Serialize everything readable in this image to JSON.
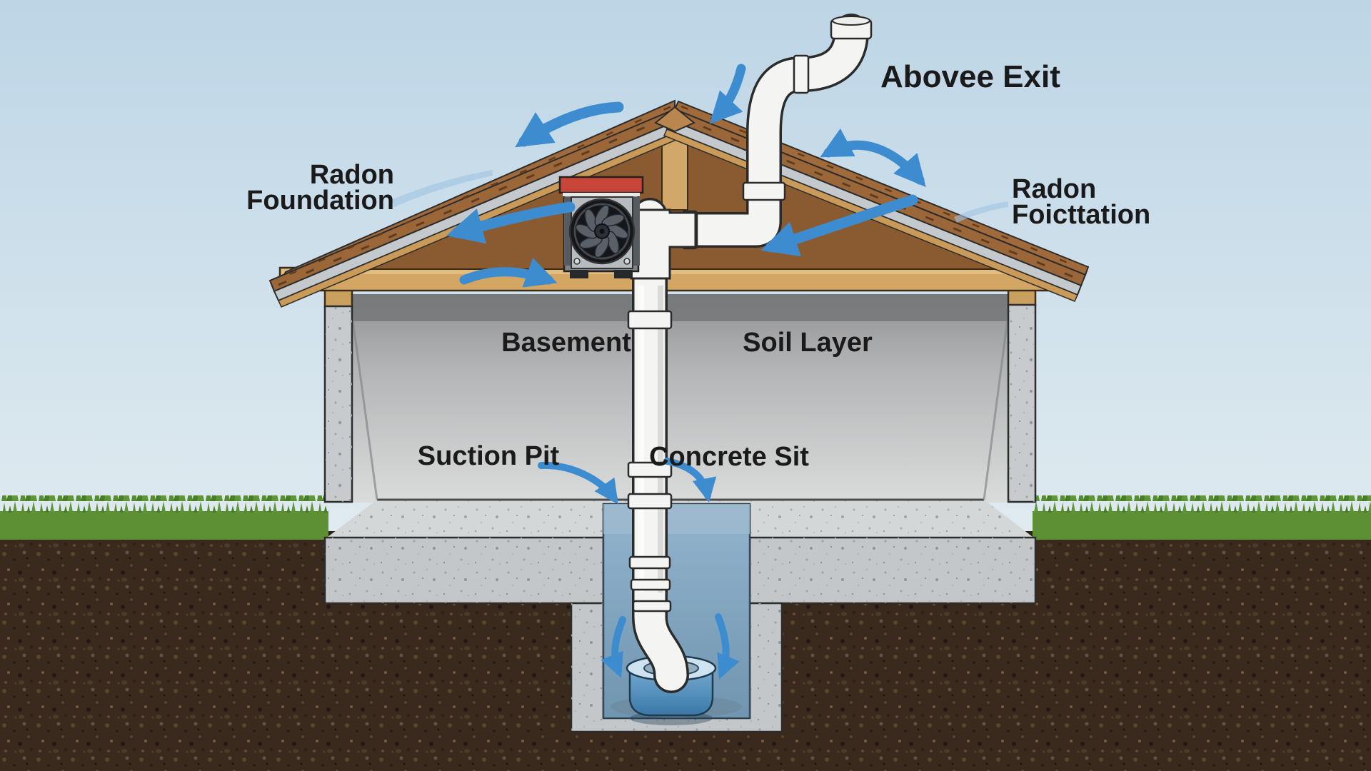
{
  "diagram": {
    "title_context": "radon mitigation house cross-section",
    "labels": {
      "above_exit": "Abovee Exit",
      "radon_foundation": {
        "line1": "Radon",
        "line2": "Foundation"
      },
      "radon_foicttation": {
        "line1": "Radon",
        "line2": "Foicttation"
      },
      "basement": "Basement",
      "soil_layer": "Soil Layer",
      "suction_pit": "Suction Pit",
      "concrete_sit": "Concrete Sit"
    },
    "colors": {
      "sky_top": "#bdd5e6",
      "sky_bottom": "#f2f6f7",
      "arrow_blue": "#3e8cd0",
      "arrow_faint_blue": "#9ec4e2",
      "soil_brown": "#3a2a1d",
      "grass_green": "#5d8f35",
      "concrete_gray": "#c8cbcd",
      "roof_shingle_brown": "#9c6738",
      "roof_trim_gray": "#c4c9cd",
      "attic_wood_brown": "#8a5b31",
      "joist_tan": "#d3a763",
      "pipe_white": "#f4f4f2",
      "fan_red": "#c8453a",
      "basin_blue": "#4f8fbe",
      "label_text": "#1a1a1a"
    }
  }
}
